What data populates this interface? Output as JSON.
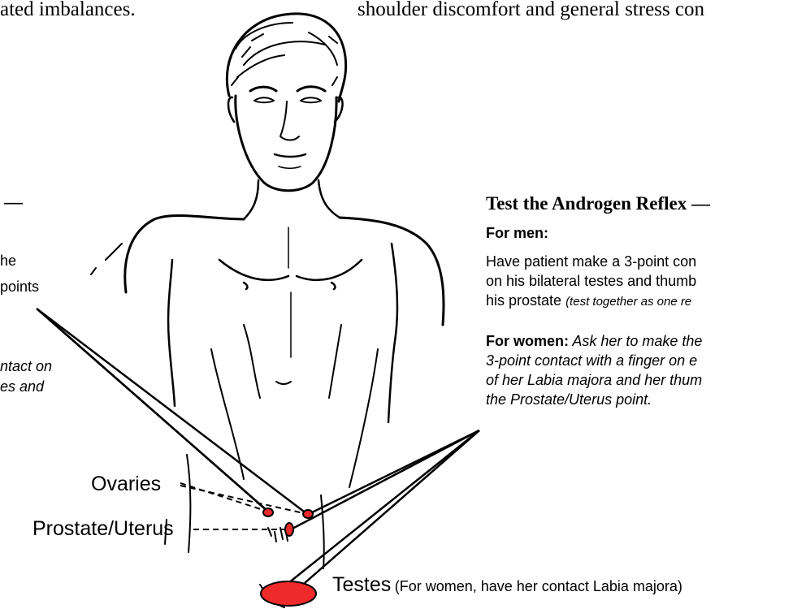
{
  "top_text": {
    "left_fragment": "ated imbalances.",
    "right_fragment": "shoulder discomfort and general stress con"
  },
  "left_column": {
    "heading_fragment": "—",
    "line1": "he",
    "line2": "points",
    "line3": "ntact on",
    "line4": "es and"
  },
  "right_column": {
    "heading": "Test the Androgen Reflex —",
    "men_label": "For men:",
    "men_line1": "Have patient make a 3-point con",
    "men_line2": "on his bilateral testes and thumb",
    "men_line3_prefix": "his prostate ",
    "men_line3_note": "(test together as one re",
    "women_label": "For women:",
    "women_line1_rest": " Ask her to make the",
    "women_line2": "3-point contact with a finger on e",
    "women_line3": "of her Labia majora and her thum",
    "women_line4": "the Prostate/Uterus point."
  },
  "labels": {
    "ovaries": "Ovaries",
    "prostate_uterus": "Prostate/Uterus",
    "testes": "Testes",
    "testes_note": "(For women, have her contact Labia majora)"
  },
  "colors": {
    "point_fill": "#ee2a2a",
    "ink": "#000000",
    "background": "#ffffff"
  }
}
